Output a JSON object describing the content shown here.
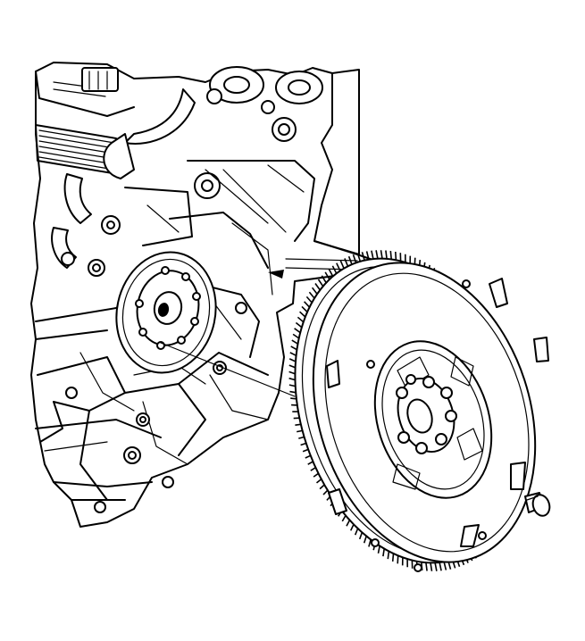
{
  "figure": {
    "view": "exploded view",
    "parts": [
      {
        "name": "engine-block",
        "label": ""
      },
      {
        "name": "crankshaft-flange",
        "label": ""
      },
      {
        "name": "flywheel",
        "label": ""
      },
      {
        "name": "flywheel-bolt",
        "label": ""
      }
    ],
    "line_color": "#000000",
    "background_color": "#ffffff"
  }
}
